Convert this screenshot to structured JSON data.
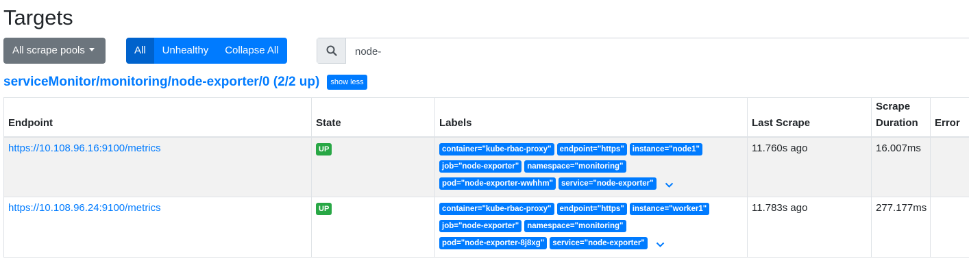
{
  "page": {
    "title": "Targets"
  },
  "toolbar": {
    "pools_label": "All scrape pools",
    "filter_all": "All",
    "filter_unhealthy": "Unhealthy",
    "filter_collapse": "Collapse All",
    "search_value": "node-"
  },
  "pool": {
    "title": "serviceMonitor/monitoring/node-exporter/0 (2/2 up)",
    "toggle_label": "show less"
  },
  "table": {
    "headers": {
      "endpoint": "Endpoint",
      "state": "State",
      "labels": "Labels",
      "last_scrape": "Last Scrape",
      "scrape_duration_1": "Scrape",
      "scrape_duration_2": "Duration",
      "error": "Error"
    },
    "rows": [
      {
        "endpoint": "https://10.108.96.16:9100/metrics",
        "state": "UP",
        "labels": [
          "container=\"kube-rbac-proxy\"",
          "endpoint=\"https\"",
          "instance=\"node1\"",
          "job=\"node-exporter\"",
          "namespace=\"monitoring\"",
          "pod=\"node-exporter-wwhhm\"",
          "service=\"node-exporter\""
        ],
        "last_scrape": "11.760s ago",
        "duration": "16.007ms",
        "error": ""
      },
      {
        "endpoint": "https://10.108.96.24:9100/metrics",
        "state": "UP",
        "labels": [
          "container=\"kube-rbac-proxy\"",
          "endpoint=\"https\"",
          "instance=\"worker1\"",
          "job=\"node-exporter\"",
          "namespace=\"monitoring\"",
          "pod=\"node-exporter-8j8xg\"",
          "service=\"node-exporter\""
        ],
        "last_scrape": "11.783s ago",
        "duration": "277.177ms",
        "error": ""
      }
    ]
  },
  "colors": {
    "primary": "#007bff",
    "secondary": "#6c757d",
    "success": "#28a745"
  },
  "icons": {
    "search": "search-icon",
    "expand": "chevron-down-icon",
    "dropdown": "caret-down-icon"
  }
}
